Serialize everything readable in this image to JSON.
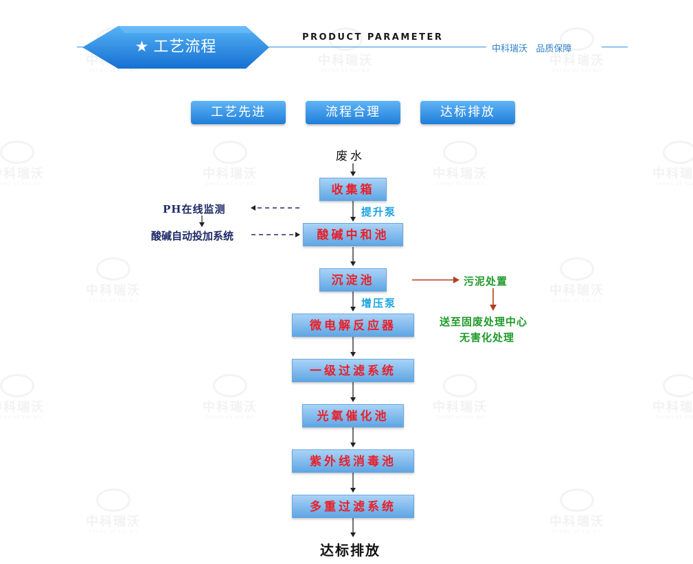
{
  "header": {
    "title": "工艺流程",
    "star": "★",
    "subtitle": "PRODUCT PARAMETER",
    "slogan": "中科瑞沃   品质保障"
  },
  "tags": [
    "工艺先进",
    "流程合理",
    "达标排放"
  ],
  "flow": {
    "input": "废水",
    "steps": [
      "收集箱",
      "酸碱中和池",
      "沉淀池",
      "微电解反应器",
      "一级过滤系统",
      "光氧催化池",
      "紫外线消毒池",
      "多重过滤系统"
    ],
    "output": "达标排放",
    "pump1": "提升泵",
    "pump2": "增压泵",
    "ph_monitor": "PH在线监测",
    "dosing": "酸碱自动投加系统",
    "sludge": "污泥处置",
    "sludge_dest_1": "送至固废处理中心",
    "sludge_dest_2": "无害化处理"
  },
  "watermark": {
    "cn": "中科瑞沃",
    "en": "ZHONG KE RUI WO"
  },
  "colors": {
    "accent_blue": "#2f8ee0",
    "box_text_red": "#e8202a",
    "pump_cyan": "#1aa3e0",
    "side_navy": "#1e2a66",
    "sludge_green": "#1f9a2a",
    "sludge_arrow": "#b0401e"
  }
}
